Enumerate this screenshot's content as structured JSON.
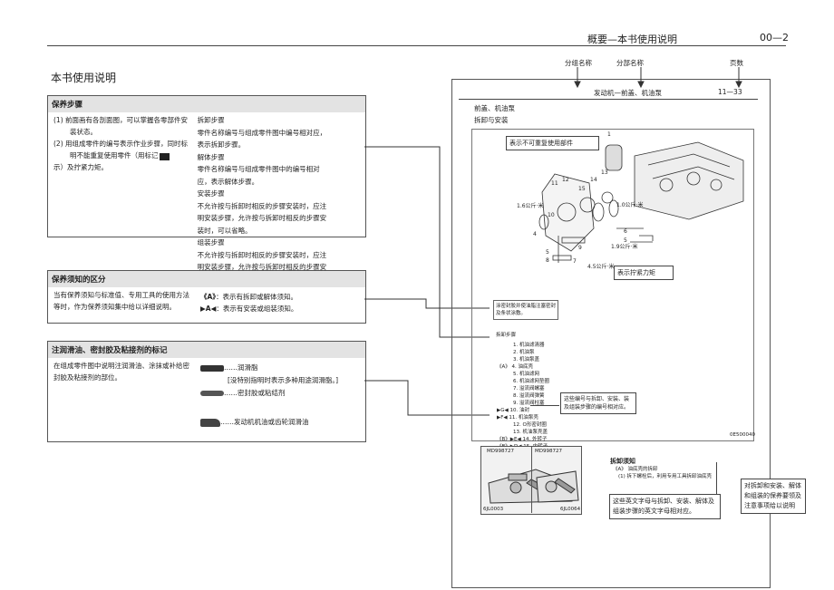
{
  "header": {
    "title": "概要—本书使用说明",
    "page": "00—2"
  },
  "section_title": "本书使用说明",
  "box1": {
    "title": "保养步骤",
    "left_items": [
      "(1)  前面画有各剖面图，可以掌握各零部件安装状态。",
      "(2)  用组成零件的编号表示作业步骤，同时标明不能重复使用零件（用标记",
      "示）及拧紧力矩。"
    ],
    "defs": [
      {
        "k": "拆卸步骤",
        "v": "零件名称编号与组成零件图中编号相对应，表示拆卸步骤。"
      },
      {
        "k": "解体步骤",
        "v": "零件名称编号与组成零件图中的编号相对应，表示解体步骤。"
      },
      {
        "k": "安装步骤",
        "v": "不允许按与拆卸时相反的步骤安装时，应注明安装步骤，允许按与拆卸时相反的步骤安装时，可以省略。"
      },
      {
        "k": "组装步骤",
        "v": "不允许按与拆卸时相反的步骤安装时，应注明安装步骤，允许按与拆卸时相反的步骤安装时，可以省略。"
      }
    ]
  },
  "box2": {
    "title": "保养须知的区分",
    "body": "当有保养须知与标准值、专用工具的使用方法等时，作为保养须知集中给以详细说明。",
    "legend": [
      {
        "sym": "《A》",
        "text": "：表示有拆卸或解体须知。"
      },
      {
        "sym": "▶A◀",
        "text": "：表示有安装或组装须知。"
      }
    ]
  },
  "box3": {
    "title": "注润滑油、密封胶及粘接剂的标记",
    "body": "在组成零件图中说明注润滑油、涂抹或补给密封胶及粘接剂的部位。",
    "legend": [
      {
        "text": "……润滑脂"
      },
      {
        "text": "[没特别指明时表示多种用途润滑脂。]"
      },
      {
        "text": "……密封胶或粘结剂"
      },
      {
        "text": "……发动机机油或齿轮润滑油"
      }
    ]
  },
  "panel": {
    "label_group": "分组名称",
    "label_sub": "分部名称",
    "label_page": "页数",
    "group_value": "发动机—前盖、机油泵",
    "page_value": "11—33",
    "diag_title_1": "前盖、机油泵",
    "diag_title_2": "拆卸与安装",
    "callout_nonreuse": "表示不可重复使用部件",
    "callout_torque": "表示拧紧力矩",
    "callout_parts": "这些编号与拆卸、安装、装及组装步骤的编号相对应。",
    "callout_notes": "对拆卸和安装、解体和组装的保养要领及注意事项给以说明",
    "callout_letters": "这些英文字母与拆卸、安装、解体及组装步骤的英文字母相对应。",
    "torque_a": "1.6公斤·米",
    "torque_b": "1.9公斤·米",
    "torque_c": "1.0公斤·米",
    "torque_d": "4.5公斤·米",
    "sealant_note": "涂密封胶并使油脂注塞密封及条状涂敷。",
    "steps_title": "拆卸步骤",
    "steps": [
      "1.  机油滤清器",
      "2.  机油泵",
      "3.  机油泵盖",
      "《A》 4. 油底壳",
      "5.  机油滤网",
      "6.  机油滤网垫圈",
      "7.  溢流阀螺塞",
      "8.  溢流阀弹簧",
      "9.  溢流阀柱塞",
      "▶G◀ 10. 油封",
      "▶F◀ 11. 机油泵壳",
      "12. O形密封圈",
      "13. 机油泵壳盖",
      "《B》▶E◀ 14. 外转子",
      "《B》▶D◀ 15. 内转子"
    ],
    "fig_code": "0E500040",
    "notes_title": "拆卸须知",
    "notes_sub": "《A》 油底壳的拆卸",
    "notes_body": "(1)  拆下螺栓后，利用专用工具拆卸油底壳",
    "tool_1": "MD998727",
    "tool_2": "MD998727",
    "fig_a": "6JL0003",
    "fig_b": "6JL0064"
  }
}
